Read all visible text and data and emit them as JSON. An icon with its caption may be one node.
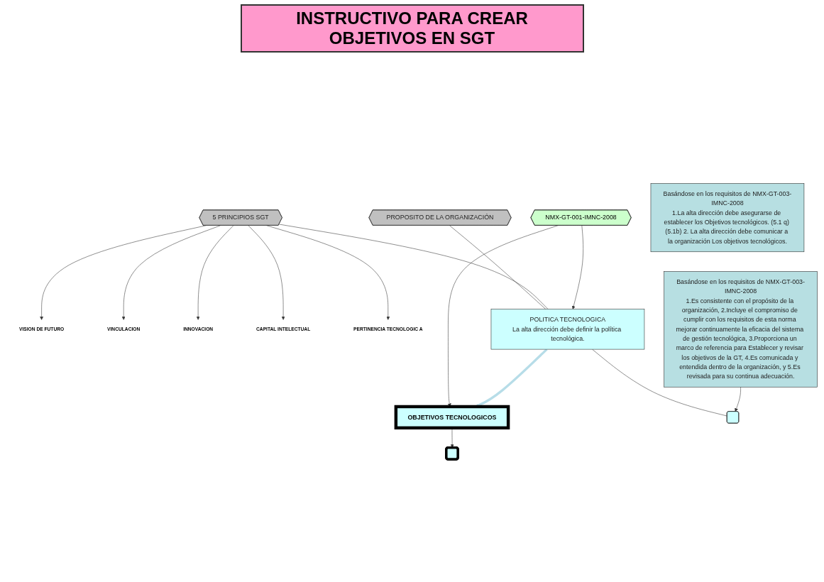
{
  "diagram": {
    "title": "INSTRUCTIVO PARA CREAR OBJETIVOS EN SGT",
    "nodes": [
      {
        "text": [
          "PROPOSITO DE LA ORGANIZACIÓN"
        ]
      },
      {
        "text": [
          "5 PRINCIPIOS SGT"
        ]
      },
      {
        "text": [
          "VISION DE FUTURO"
        ]
      },
      {
        "text": [
          "VINCULACION"
        ]
      },
      {
        "text": [
          "INNOVACION"
        ]
      },
      {
        "text": [
          "CAPITAL INTELECTUAL"
        ]
      },
      {
        "text": [
          "PERTINENCIA TECNOLOGIC A"
        ]
      },
      {
        "text": [
          "POLITICA TECNOLOGICA",
          "La alta dirección debe definir la política tecnológica."
        ]
      },
      {
        "text": [
          "NMX-GT-001-IMNC-2008"
        ]
      },
      {
        "text": [
          "OBJETIVOS TECNOLOGICOS"
        ]
      },
      {
        "text": [],
        "shape": "box"
      },
      {
        "text": [],
        "shape": "box"
      },
      {
        "text": [
          "Basándose en los requisitos de NMX-GT-003-IMNC-2008",
          "1.Es consistente con el propósito de la organización, 2.Incluye el compromiso de cumplir con los requisitos de esta norma mejorar continuamente la eficacia del sistema de gestión tecnológica, 3.Proporciona un marco de referencia para Establecer y revisar los objetivos de la GT, 4.Es comunicada y entendida dentro de la organización, y 5.Es revisada para su continua adecuación."
        ]
      },
      {
        "text": [
          "Basándose en los requisitos de NMX-GT-003-IMNC-2008",
          "1.La alta dirección debe asegurarse de establecer los Objetivos tecnológicos. (5.1 q) (5.1b) 2. La alta dirección debe comunicar a la organización Los objetivos tecnológicos."
        ]
      }
    ],
    "edges": [
      {
        "from": 0,
        "to": 7,
        "arrow": "none"
      },
      {
        "from": 1,
        "to": 7,
        "arrow": "none"
      },
      {
        "from": 1,
        "to": 2,
        "arrow": "to"
      },
      {
        "from": 1,
        "to": 3,
        "arrow": "to"
      },
      {
        "from": 1,
        "to": 4,
        "arrow": "to"
      },
      {
        "from": 1,
        "to": 5,
        "arrow": "to"
      },
      {
        "from": 1,
        "to": 6,
        "arrow": "to"
      },
      {
        "from": 8,
        "to": 7,
        "arrow": "to"
      },
      {
        "from": 8,
        "to": 9,
        "arrow": "to"
      },
      {
        "from": 7,
        "to": 9,
        "arrow": "to",
        "style": "thick",
        "color": "#b7dde8"
      },
      {
        "from": 9,
        "to": 11,
        "arrow": "to"
      },
      {
        "from": 7,
        "to": 10,
        "arrow": "none"
      },
      {
        "from": 12,
        "to": 10,
        "arrow": "to"
      }
    ]
  }
}
